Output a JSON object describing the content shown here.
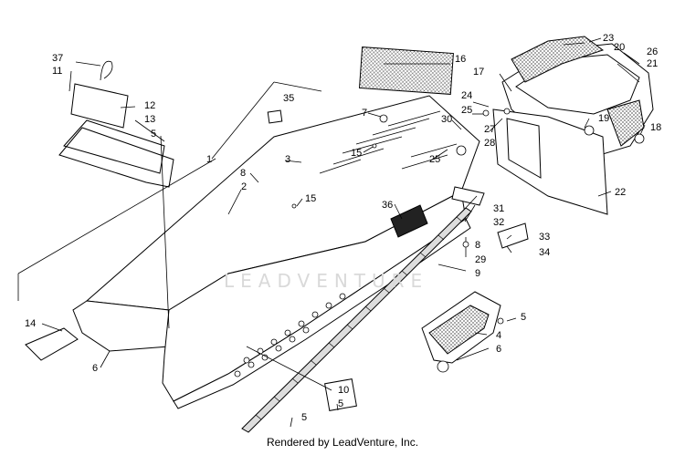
{
  "diagram": {
    "parts": [
      {
        "id": "p1",
        "label": "1"
      },
      {
        "id": "p2",
        "label": "2"
      },
      {
        "id": "p3",
        "label": "3"
      },
      {
        "id": "p4",
        "label": "4"
      },
      {
        "id": "p5a",
        "label": "5"
      },
      {
        "id": "p5b",
        "label": "5"
      },
      {
        "id": "p5c",
        "label": "5"
      },
      {
        "id": "p5d",
        "label": "5"
      },
      {
        "id": "p6a",
        "label": "6"
      },
      {
        "id": "p6b",
        "label": "6"
      },
      {
        "id": "p7",
        "label": "7"
      },
      {
        "id": "p8a",
        "label": "8"
      },
      {
        "id": "p8b",
        "label": "8"
      },
      {
        "id": "p9",
        "label": "9"
      },
      {
        "id": "p10",
        "label": "10"
      },
      {
        "id": "p11",
        "label": "11"
      },
      {
        "id": "p12",
        "label": "12"
      },
      {
        "id": "p13",
        "label": "13"
      },
      {
        "id": "p14",
        "label": "14"
      },
      {
        "id": "p15a",
        "label": "15"
      },
      {
        "id": "p15b",
        "label": "15"
      },
      {
        "id": "p16",
        "label": "16"
      },
      {
        "id": "p17",
        "label": "17"
      },
      {
        "id": "p18",
        "label": "18"
      },
      {
        "id": "p19",
        "label": "19"
      },
      {
        "id": "p20",
        "label": "20"
      },
      {
        "id": "p21",
        "label": "21"
      },
      {
        "id": "p22",
        "label": "22"
      },
      {
        "id": "p23",
        "label": "23"
      },
      {
        "id": "p24",
        "label": "24"
      },
      {
        "id": "p25a",
        "label": "25"
      },
      {
        "id": "p25b",
        "label": "25"
      },
      {
        "id": "p26",
        "label": "26"
      },
      {
        "id": "p27",
        "label": "27"
      },
      {
        "id": "p28",
        "label": "28"
      },
      {
        "id": "p29",
        "label": "29"
      },
      {
        "id": "p30",
        "label": "30"
      },
      {
        "id": "p31",
        "label": "31"
      },
      {
        "id": "p32",
        "label": "32"
      },
      {
        "id": "p33",
        "label": "33"
      },
      {
        "id": "p34",
        "label": "34"
      },
      {
        "id": "p35",
        "label": "35"
      },
      {
        "id": "p36",
        "label": "36"
      },
      {
        "id": "p37",
        "label": "37"
      }
    ]
  },
  "watermark": {
    "text": "LEADVENTURE"
  },
  "footer": {
    "text": "Rendered by LeadVenture, Inc."
  }
}
